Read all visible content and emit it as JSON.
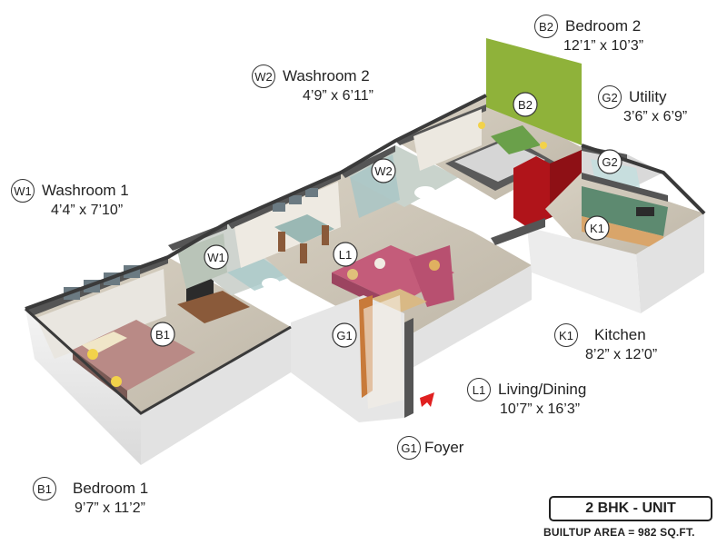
{
  "rooms": [
    {
      "code": "B2",
      "name": "Bedroom 2",
      "dim": "12’1” x 10’3”"
    },
    {
      "code": "W2",
      "name": "Washroom 2",
      "dim": "4’9” x 6’11”"
    },
    {
      "code": "G2",
      "name": "Utility",
      "dim": "3’6” x 6’9”"
    },
    {
      "code": "W1",
      "name": "Washroom 1",
      "dim": "4’4” x 7’10”"
    },
    {
      "code": "K1",
      "name": "Kitchen",
      "dim": "8’2” x 12’0”"
    },
    {
      "code": "L1",
      "name": "Living/Dining",
      "dim": "10’7” x 16’3”"
    },
    {
      "code": "G1",
      "name": "Foyer",
      "dim": ""
    },
    {
      "code": "B1",
      "name": "Bedroom 1",
      "dim": "9’7” x 11’2”"
    }
  ],
  "plan_markers": [
    "B2",
    "W2",
    "G2",
    "W1",
    "L1",
    "K1",
    "B1",
    "G1"
  ],
  "unit_badge": "2 BHK - UNIT",
  "builtup_area": "BUILTUP AREA = 982 SQ.FT.",
  "colors": {
    "wall": "#e8e8e8",
    "floor": "#c9c2b4",
    "accent_wall": "#8fb23a",
    "entry_arrow": "#e02020"
  }
}
